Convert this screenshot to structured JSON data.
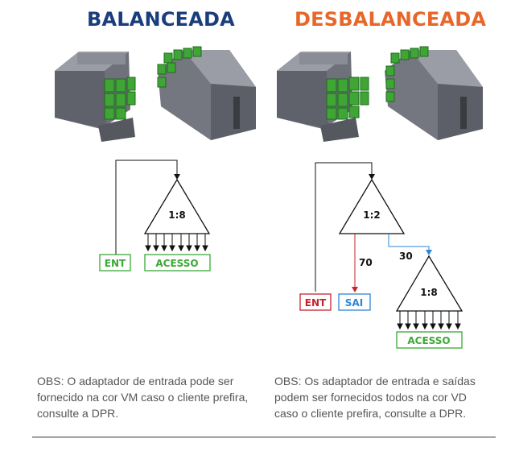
{
  "colors": {
    "balanced_title": "#1a3d7c",
    "unbalanced_title": "#e8662a",
    "green": "#3aa935",
    "red": "#c8202f",
    "blue": "#2e86d6",
    "module_body": "#7d808a",
    "module_connector": "#3fa535"
  },
  "balanced": {
    "title": "BALANCEADA",
    "splitter_ratio": "1:8",
    "input_label": "ENT",
    "output_label": "ACESSO",
    "note": "OBS: O adaptador de entrada pode ser fornecido na cor VM caso o cliente prefira, consulte a DPR."
  },
  "unbalanced": {
    "title": "DESBALANCEADA",
    "splitter_ratio": "1:2",
    "input_label": "ENT",
    "branch_label": "SAI",
    "branch_percent": "70",
    "second_percent": "30",
    "second_splitter_ratio": "1:8",
    "output_label": "ACESSO",
    "note": "OBS: Os adaptador de entrada e saídas podem ser fornecidos todos na cor VD caso o cliente prefira, consulte a DPR."
  }
}
